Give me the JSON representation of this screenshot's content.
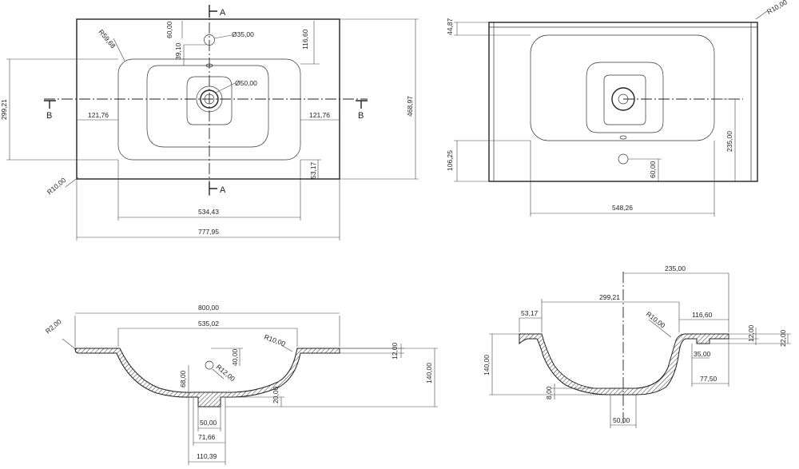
{
  "top_view": {
    "section_marks": {
      "a_top": "A",
      "a_bottom": "A",
      "b_left": "B",
      "b_right": "B"
    },
    "dims": {
      "r59": "R59,68",
      "d60a": "60,00",
      "d39": "39,10",
      "dia35": "Ø35,00",
      "d116": "116,60",
      "dia50": "Ø50,00",
      "d299": "299,21",
      "d121l": "121,76",
      "d121r": "121,76",
      "d468": "468,97",
      "d53": "53,17",
      "r10": "R10,00",
      "d534": "534,43",
      "d777": "777,95"
    }
  },
  "right_top_view": {
    "dims": {
      "d44": "44,87",
      "r10": "R10,00",
      "d235": "235,00",
      "d106": "106,25",
      "d60": "60,00",
      "d548": "548,26"
    }
  },
  "section_a": {
    "dims": {
      "d800": "800,00",
      "d535": "535,02",
      "r2": "R2,00",
      "r10": "R10,00",
      "d40": "40,00",
      "d12": "12,00",
      "r12": "R12,00",
      "d68": "68,00",
      "d140": "140,00",
      "d20": "20,00",
      "d50": "50,00",
      "d71": "71,66",
      "d110": "110,39"
    }
  },
  "section_b": {
    "dims": {
      "d235": "235,00",
      "d299": "299,21",
      "d53": "53,17",
      "r10": "R10,00",
      "d116": "116,60",
      "d12": "12,00",
      "d22": "22,00",
      "d140": "140,00",
      "d35": "35,00",
      "d77": "77,50",
      "d8": "8,00",
      "d50": "50,00"
    }
  }
}
